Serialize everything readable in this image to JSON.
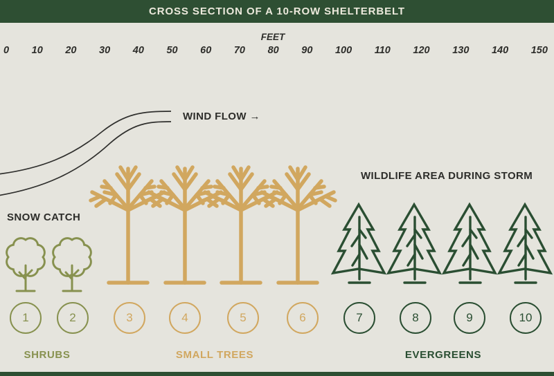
{
  "title": "CROSS SECTION OF A 10-ROW SHELTERBELT",
  "scale": {
    "unit": "FEET",
    "ticks": [
      "0",
      "10",
      "20",
      "30",
      "40",
      "50",
      "60",
      "70",
      "80",
      "90",
      "100",
      "110",
      "120",
      "130",
      "140",
      "150"
    ]
  },
  "labels": {
    "wind_flow": "WIND FLOW →",
    "snow_catch": "SNOW CATCH",
    "wildlife_area": "WILDLIFE AREA DURING STORM"
  },
  "rows": [
    {
      "number": "1",
      "type": "shrub"
    },
    {
      "number": "2",
      "type": "shrub"
    },
    {
      "number": "3",
      "type": "small-tree"
    },
    {
      "number": "4",
      "type": "small-tree"
    },
    {
      "number": "5",
      "type": "small-tree"
    },
    {
      "number": "6",
      "type": "small-tree"
    },
    {
      "number": "7",
      "type": "evergreen"
    },
    {
      "number": "8",
      "type": "evergreen"
    },
    {
      "number": "9",
      "type": "evergreen"
    },
    {
      "number": "10",
      "type": "evergreen"
    }
  ],
  "groups": [
    {
      "label": "SHRUBS",
      "color": "#87914f"
    },
    {
      "label": "SMALL TREES",
      "color": "#d1a75f"
    },
    {
      "label": "EVERGREENS",
      "color": "#2a4e32"
    }
  ],
  "colors": {
    "header_bg": "#2e4f33",
    "background": "#e5e4dd",
    "text": "#2d2d2a",
    "header_text": "#ece9dc",
    "wind_line": "#2f2f2d"
  }
}
